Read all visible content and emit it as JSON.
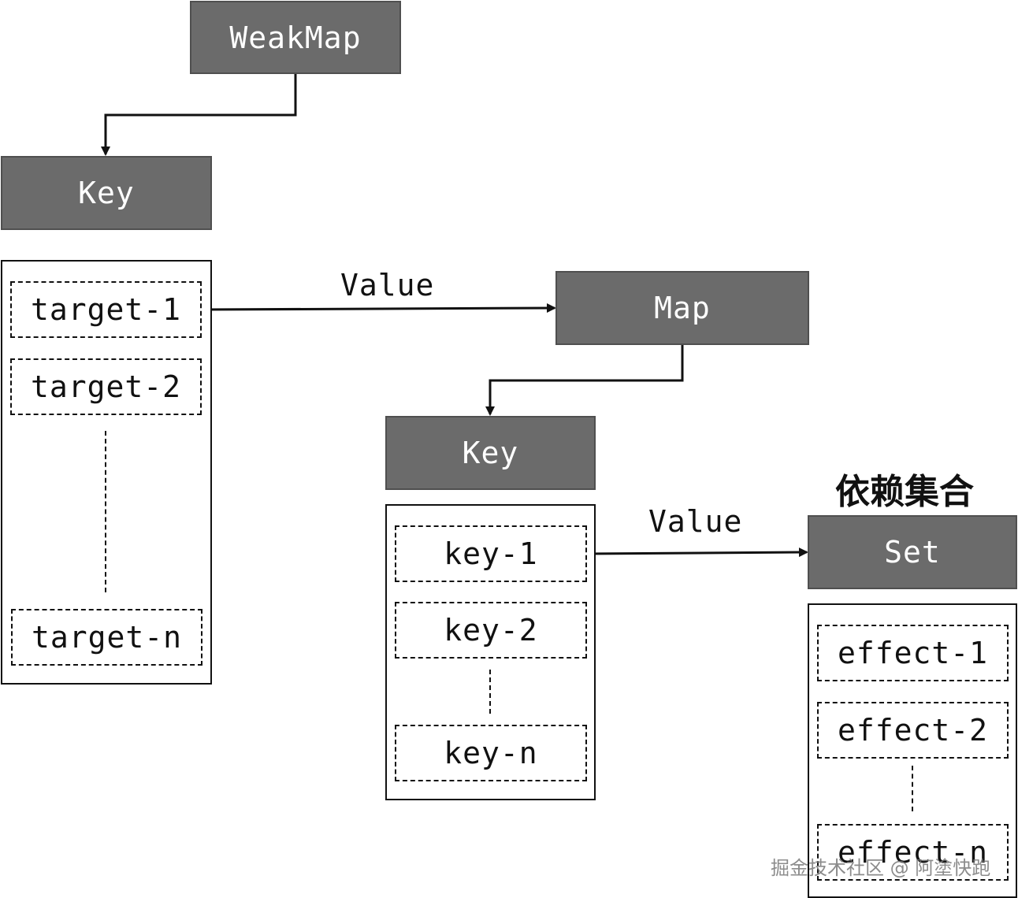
{
  "weakmap": {
    "label": "WeakMap"
  },
  "outer_key": {
    "label": "Key"
  },
  "targets": {
    "items": [
      "target-1",
      "target-2",
      "target-n"
    ]
  },
  "edge_value_1": {
    "label": "Value"
  },
  "map": {
    "label": "Map"
  },
  "inner_key": {
    "label": "Key"
  },
  "keys": {
    "items": [
      "key-1",
      "key-2",
      "key-n"
    ]
  },
  "edge_value_2": {
    "label": "Value"
  },
  "dep_set_caption": "依赖集合",
  "set": {
    "label": "Set"
  },
  "effects": {
    "items": [
      "effect-1",
      "effect-2",
      "effect-n"
    ]
  },
  "watermark": "掘金技术社区 @ 阿塗快跑",
  "colors": {
    "node_fill": "#6b6b6b",
    "node_border": "#4f4f4f",
    "line": "#111111"
  }
}
